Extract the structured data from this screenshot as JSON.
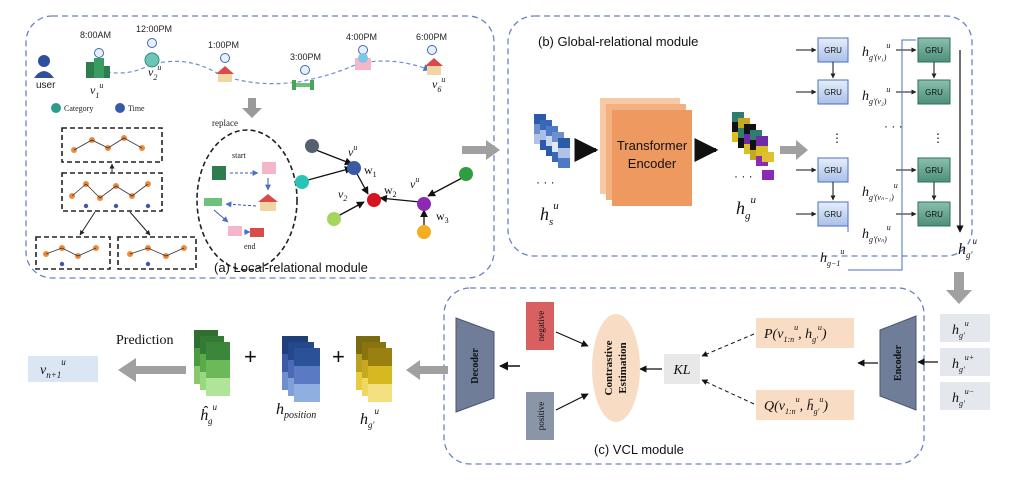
{
  "modules": {
    "local": "(a) Local-relational  module",
    "global": "(b) Global-relational  module",
    "vcl": "(c) VCL  module"
  },
  "timeline": {
    "user_label": "user",
    "times": [
      "8:00AM",
      "12:00PM",
      "1:00PM",
      "3:00PM",
      "4:00PM",
      "6:00PM"
    ],
    "poi_labels": [
      "v",
      "v",
      "v"
    ],
    "poi_sub": [
      "1",
      "2",
      "6"
    ],
    "poi_sup": "u"
  },
  "legend": {
    "category": "Category",
    "time": "Time"
  },
  "replace": {
    "label": "replace",
    "start": "start",
    "end": "end"
  },
  "graph": {
    "v_top": "v",
    "v_top_sup": "u",
    "w1": "w",
    "w1_sub": "1",
    "w2": "w",
    "w2_sub": "2",
    "w3": "w",
    "w3_sub": "3",
    "v2": "v",
    "v2_sub": "2",
    "v3": "v",
    "v3_sup": "u"
  },
  "global": {
    "hs": "h",
    "hs_sub": "s",
    "hs_sup": "u",
    "transformer_line1": "Transformer",
    "transformer_line2": "Encoder",
    "hg": "h",
    "hg_sub": "g",
    "hg_sup": "u",
    "gru": "GRU",
    "gru_out": [
      "h",
      "h",
      "h",
      "h"
    ],
    "gru_out_sub": [
      "g'(v₁)",
      "g'(v₂)",
      "g'(vₙ₋₁)",
      "g'(vₙ)"
    ],
    "gru_out_sup": "u",
    "hg_prev": "h",
    "hg_prev_sub": "g−1",
    "hg_prev_sup": "u",
    "hg_prime": "h",
    "hg_prime_sub": "g'",
    "hg_prime_sup": "u"
  },
  "vcl": {
    "negative": "negative",
    "positive": "positive",
    "contrastive_line1": "Contrastive",
    "contrastive_line2": "Estimation",
    "kl": "KL",
    "p_formula": "P(v",
    "p_formula_sub": "1:n",
    "p_formula_sup": "u",
    "p_formula_rest": ", h",
    "p_formula_rest_sub": "g'",
    "p_formula_rest_sup": "u",
    "q_formula": "Q(v",
    "q_formula_sub": "1:n",
    "q_formula_sup": "u",
    "q_formula_rest": ", h̄",
    "q_formula_rest_sub": "g'",
    "q_formula_rest_sup": "u",
    "decoder": "Decoder",
    "encoder": "Encoder",
    "enc_inputs": [
      "h",
      "h",
      "h"
    ],
    "enc_inputs_sub": [
      "g'",
      "g'",
      "g'"
    ],
    "enc_inputs_sup": [
      "u",
      "u+",
      "u−"
    ]
  },
  "prediction": {
    "label": "Prediction",
    "output": "v",
    "output_sub": "n+1",
    "output_sup": "u",
    "plus": "+",
    "hg_hat": "ĥ",
    "hg_hat_sub": "g",
    "hg_hat_sup": "u",
    "hpos": "h",
    "hpos_sub": "position",
    "hg_prime": "h",
    "hg_prime_sub": "g'",
    "hg_prime_sup": "u"
  }
}
